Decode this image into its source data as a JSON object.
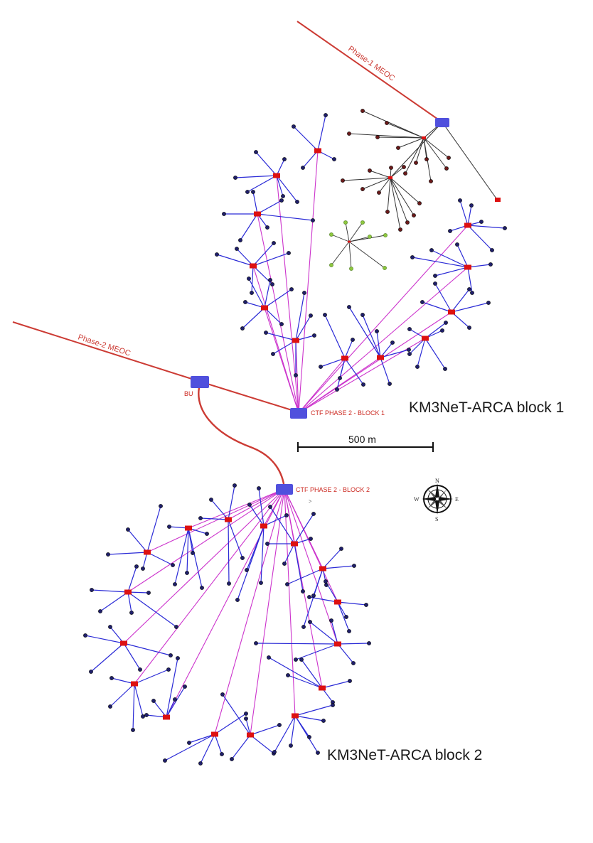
{
  "labels": {
    "phase1_cable": "Phase-1 MEOC",
    "phase2_cable": "Phase-2 MEOC",
    "bu": "BU",
    "ctf_block1": "CTF PHASE 2 - BLOCK 1",
    "ctf_block2": "CTF PHASE 2 - BLOCK 2",
    "block1_title": "KM3NeT-ARCA block 1",
    "block2_title": "KM3NeT-ARCA block 2",
    "scale_bar": "500 m",
    "compass": {
      "n": "N",
      "s": "S",
      "e": "E",
      "w": "W"
    },
    "small_mark": ">"
  },
  "colors": {
    "main_cable": "#cc3b34",
    "blue_link": "#2a2ad6",
    "magenta_link": "#cc33cc",
    "phase1_link": "#333333",
    "detection_unit": "#1f1f6b",
    "junction_box": "#dd1111",
    "junction_node": "#5050dd",
    "phase1_du": "#6b1a1a",
    "green_du": "#8dc63f"
  },
  "icons": {
    "compass": "compass-rose-icon",
    "junction_node": "junction-node-icon",
    "junction_box": "junction-box-icon"
  }
}
